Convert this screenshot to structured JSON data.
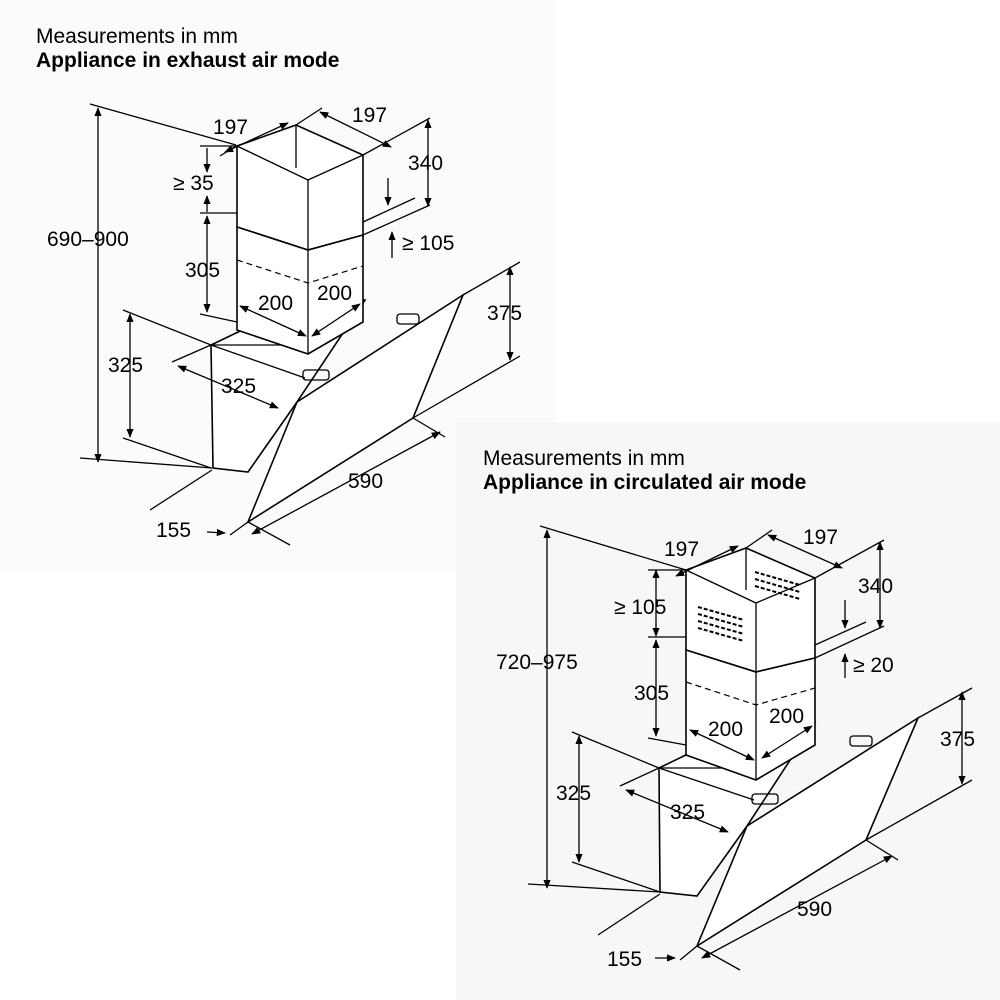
{
  "exhaust": {
    "heading": "Measurements in mm",
    "mode": "Appliance in exhaust air mode",
    "dims": {
      "total_height": "690–900",
      "chimney_depth": "197",
      "chimney_width": "197",
      "upper_chimney": "340",
      "clearance_top": "≥ 35",
      "lower_chimney": "305",
      "overlap": "≥ 105",
      "duct_width": "200",
      "duct_depth": "200",
      "glass_height": "375",
      "body_height": "325",
      "body_depth": "325",
      "width": "590",
      "front_offset": "155"
    }
  },
  "circulated": {
    "heading": "Measurements in mm",
    "mode": "Appliance in circulated air mode",
    "dims": {
      "total_height": "720–975",
      "chimney_depth": "197",
      "chimney_width": "197",
      "upper_chimney": "340",
      "clearance_top": "≥ 105",
      "lower_chimney": "305",
      "overlap": "≥ 20",
      "duct_width": "200",
      "duct_depth": "200",
      "glass_height": "375",
      "body_height": "325",
      "body_depth": "325",
      "width": "590",
      "front_offset": "155"
    }
  }
}
